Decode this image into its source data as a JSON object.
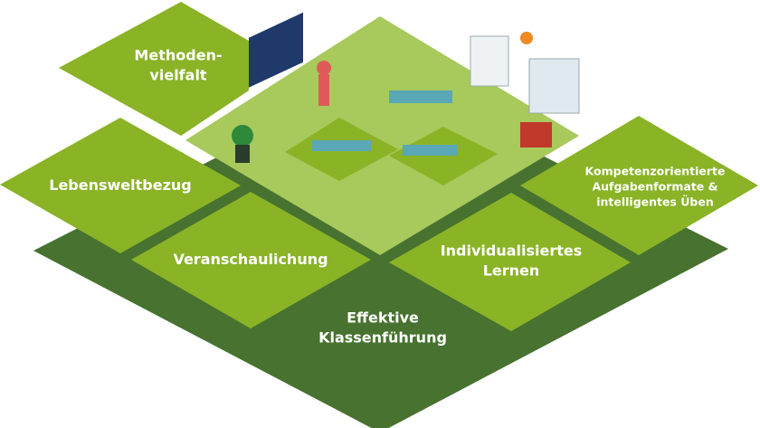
{
  "tiles": {
    "foundation": {
      "line1": "Effektive",
      "line2": "Klassenführung"
    },
    "methoden": {
      "line1": "Methoden-",
      "line2": "vielfalt"
    },
    "lebenswelt": {
      "label": "Lebensweltbezug"
    },
    "veranschaulichung": {
      "label": "Veranschaulichung"
    },
    "individualisiert": {
      "line1": "Individualisiertes",
      "line2": "Lernen"
    },
    "kompetenz": {
      "line1": "Kompetenzorientierte",
      "line2": "Aufgabenformate &",
      "line3": "intelligentes Üben"
    }
  },
  "colors": {
    "dark": "#48722f",
    "tile": "#8ab326",
    "floor": "#a8c95c"
  }
}
